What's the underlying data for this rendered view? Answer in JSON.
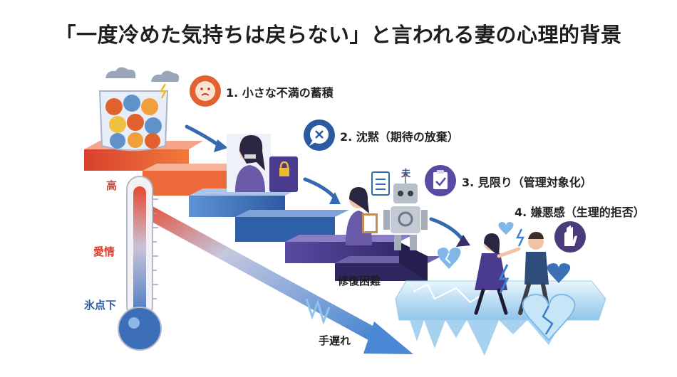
{
  "title": "「一度冷めた気持ちは戻らない」と言われる妻の心理的背景",
  "stages": [
    {
      "label": "1. 小さな不満の蓄積",
      "icon": "sad-face-icon",
      "color": "#e2622f"
    },
    {
      "label": "2. 沈黙（期待の放棄）",
      "icon": "speech-bubble-x-icon",
      "color": "#2c5aa0"
    },
    {
      "label": "3. 見限り（管理対象化）",
      "icon": "clipboard-check-icon",
      "color": "#5a4aa3"
    },
    {
      "label": "4. 嫌悪感（生理的拒否）",
      "icon": "stop-hand-icon",
      "color": "#4a3c7a"
    }
  ],
  "thermometer": {
    "high": "高",
    "middle": "愛情",
    "low": "氷点下"
  },
  "annotations": {
    "repair": "修復困難",
    "too_late": "手遅れ",
    "husband": "夫"
  },
  "colors": {
    "warm": "#e2553a",
    "cold": "#3d7bc4",
    "deep": "#3b2f6b",
    "ice": "#bfe0f5"
  }
}
